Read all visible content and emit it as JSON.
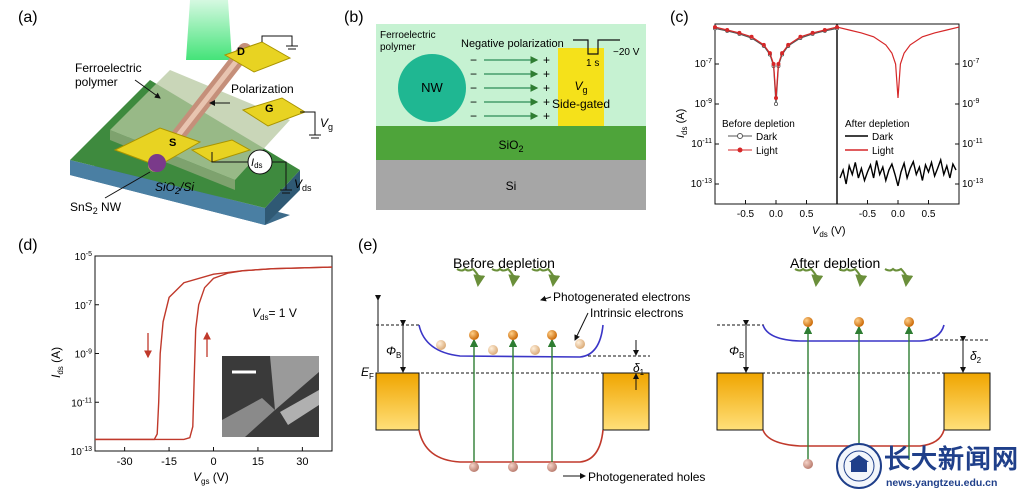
{
  "panels": {
    "a": {
      "label": "(a)",
      "ferroelectric_polymer": [
        "Ferroelectric",
        "polymer"
      ],
      "polarization": "Polarization",
      "electrode_d": "D",
      "electrode_g": "G",
      "electrode_s": "S",
      "vg_main": "V",
      "vg_sub": "g",
      "ids_main": "I",
      "ids_sub": "ds",
      "vds_main": "V",
      "vds_sub": "ds",
      "nw_main": "SnS",
      "nw_sub": "2",
      "nw_rest": " NW",
      "substrate_main": "SiO",
      "substrate_sub": "2",
      "substrate_rest": "/Si"
    },
    "b": {
      "label": "(b)",
      "ferroelectric_polymer": [
        "Ferroelectric",
        "polymer"
      ],
      "negative_polarization": "Negative polarization",
      "nw": "NW",
      "pulse_width": "1 s",
      "pulse_voltage": "−20 V",
      "vg_main": "V",
      "vg_sub": "g",
      "side_gated": "Side-gated",
      "sio2_main": "SiO",
      "sio2_sub": "2",
      "si": "Si",
      "minus": "−",
      "plus": "+"
    },
    "c": {
      "label": "(c)"
    },
    "d": {
      "label": "(d)",
      "vds_note_main": "V",
      "vds_note_sub": "ds",
      "vds_note_rest": "= 1 V"
    },
    "e": {
      "label": "(e)",
      "before_title": "Before depletion",
      "after_title": "After depletion",
      "photo_electrons": "Photogenerated electrons",
      "intrinsic_electrons": "Intrinsic electrons",
      "photo_holes": "Photogenerated holes",
      "phi_main": "Φ",
      "phi_sub": "B",
      "ef_main": "E",
      "ef_sub": "F",
      "delta": "δ",
      "delta1_sub": "1",
      "delta2_sub": "2"
    }
  },
  "chart_data": [
    {
      "panel": "c",
      "type": "line",
      "ylabel_main": "I",
      "ylabel_sub": "ds",
      "ylabel_rest": " (A)",
      "xlabel_main": "V",
      "xlabel_sub": "ds",
      "xlabel_rest": " (V)",
      "yscale": "log",
      "ylim": [
        1e-14,
        1e-05
      ],
      "yticks": [
        {
          "base": "10",
          "exp": "-7",
          "value": 1e-07
        },
        {
          "base": "10",
          "exp": "-9",
          "value": 1e-09
        },
        {
          "base": "10",
          "exp": "-11",
          "value": 1e-11
        },
        {
          "base": "10",
          "exp": "-13",
          "value": 1e-13
        }
      ],
      "subplots": [
        {
          "title": "Before depletion",
          "xlim": [
            -1,
            1
          ],
          "xticks": [
            "-0.5",
            "0.0",
            "0.5"
          ],
          "xtick_values": [
            -0.5,
            0,
            0.5
          ],
          "legend": [
            "Dark",
            "Light"
          ],
          "series": [
            {
              "name": "Dark",
              "color": "#555555",
              "marker": "circle",
              "x": [
                -1,
                -0.8,
                -0.6,
                -0.4,
                -0.2,
                -0.1,
                -0.04,
                0,
                0.04,
                0.1,
                0.2,
                0.4,
                0.6,
                0.8,
                1
              ],
              "y": [
                6e-06,
                4.5e-06,
                3.2e-06,
                2e-06,
                8e-07,
                3e-07,
                8e-08,
                1e-09,
                8e-08,
                3e-07,
                8e-07,
                2e-06,
                3.2e-06,
                4.5e-06,
                6e-06
              ]
            },
            {
              "name": "Light",
              "color": "#d62728",
              "marker": "circle",
              "x": [
                -1,
                -0.8,
                -0.6,
                -0.4,
                -0.2,
                -0.1,
                -0.04,
                0,
                0.04,
                0.1,
                0.2,
                0.4,
                0.6,
                0.8,
                1
              ],
              "y": [
                7e-06,
                5e-06,
                3.6e-06,
                2.3e-06,
                9e-07,
                3.5e-07,
                1e-07,
                2e-09,
                1e-07,
                3.5e-07,
                9e-07,
                2.3e-06,
                3.6e-06,
                5e-06,
                7e-06
              ]
            }
          ]
        },
        {
          "title": "After depletion",
          "xlim": [
            -1,
            1
          ],
          "xticks": [
            "-0.5",
            "0.0",
            "0.5"
          ],
          "xtick_values": [
            -0.5,
            0,
            0.5
          ],
          "legend": [
            "Dark",
            "Light"
          ],
          "series": [
            {
              "name": "Dark",
              "color": "#000000",
              "marker": "none",
              "x": [
                -0.95,
                -0.9,
                -0.85,
                -0.8,
                -0.75,
                -0.7,
                -0.65,
                -0.6,
                -0.55,
                -0.5,
                -0.45,
                -0.4,
                -0.35,
                -0.3,
                -0.25,
                -0.2,
                -0.15,
                -0.1,
                -0.05,
                0,
                0.05,
                0.1,
                0.15,
                0.2,
                0.25,
                0.3,
                0.35,
                0.4,
                0.45,
                0.5,
                0.55,
                0.6,
                0.65,
                0.7,
                0.75,
                0.8,
                0.85,
                0.9,
                0.95
              ],
              "y": [
                2e-13,
                5e-13,
                1e-13,
                8e-13,
                3e-13,
                1.2e-12,
                2e-13,
                6e-13,
                1.5e-13,
                4e-13,
                9e-13,
                2e-13,
                1.5e-12,
                3e-13,
                7e-13,
                1.5e-13,
                5e-13,
                1e-12,
                3e-13,
                8e-14,
                4e-13,
                1.1e-12,
                2e-13,
                6e-13,
                1.3e-12,
                3e-13,
                7e-13,
                1.5e-13,
                9e-13,
                4e-13,
                1.2e-12,
                2.5e-13,
                6e-13,
                1.6e-12,
                3e-13,
                8e-13,
                2e-13,
                1e-12,
                5e-13
              ]
            },
            {
              "name": "Light",
              "color": "#d62728",
              "marker": "none",
              "x": [
                -1,
                -0.8,
                -0.6,
                -0.4,
                -0.2,
                -0.1,
                -0.04,
                0,
                0.04,
                0.1,
                0.2,
                0.4,
                0.6,
                0.8,
                1
              ],
              "y": [
                7e-06,
                5e-06,
                3.6e-06,
                2.3e-06,
                9e-07,
                3.5e-07,
                1e-07,
                2e-09,
                1e-07,
                3.5e-07,
                9e-07,
                2.3e-06,
                3.6e-06,
                5e-06,
                7e-06
              ]
            }
          ]
        }
      ]
    },
    {
      "panel": "d",
      "type": "line",
      "ylabel_main": "I",
      "ylabel_sub": "ds",
      "ylabel_rest": " (A)",
      "xlabel_main": "V",
      "xlabel_sub": "gs",
      "xlabel_rest": " (V)",
      "yscale": "log",
      "xlim": [
        -40,
        40
      ],
      "ylim": [
        1e-13,
        1e-05
      ],
      "xticks": [
        "-30",
        "-15",
        "0",
        "15",
        "30"
      ],
      "xtick_values": [
        -30,
        -15,
        0,
        15,
        30
      ],
      "yticks": [
        {
          "base": "10",
          "exp": "-5",
          "value": 1e-05
        },
        {
          "base": "10",
          "exp": "-7",
          "value": 1e-07
        },
        {
          "base": "10",
          "exp": "-9",
          "value": 1e-09
        },
        {
          "base": "10",
          "exp": "-11",
          "value": 1e-11
        },
        {
          "base": "10",
          "exp": "-13",
          "value": 1e-13
        }
      ],
      "series": [
        {
          "name": "forward",
          "color": "#c0392b",
          "x": [
            -40,
            -20,
            -10,
            -8,
            -7,
            -6.5,
            -6,
            -5,
            -3,
            0,
            5,
            10,
            20,
            40
          ],
          "y": [
            3e-13,
            3e-13,
            3e-13,
            3.5e-13,
            1e-12,
            1e-10,
            1e-08,
            1e-07,
            5e-07,
            1.2e-06,
            2e-06,
            2.5e-06,
            3e-06,
            3.5e-06
          ]
        },
        {
          "name": "reverse",
          "color": "#c0392b",
          "x": [
            40,
            20,
            10,
            0,
            -10,
            -15,
            -17,
            -18,
            -18.5,
            -19,
            -20,
            -40
          ],
          "y": [
            3.5e-06,
            3e-06,
            2.5e-06,
            1.8e-06,
            8e-07,
            2e-07,
            2e-08,
            1e-09,
            1e-11,
            5e-13,
            3e-13,
            3e-13
          ]
        }
      ]
    }
  ],
  "watermark": {
    "chinese": "长大新闻网",
    "url": "news.yangtzeu.edu.cn",
    "seal_text": "YANGTZE UNIVERSITY"
  }
}
